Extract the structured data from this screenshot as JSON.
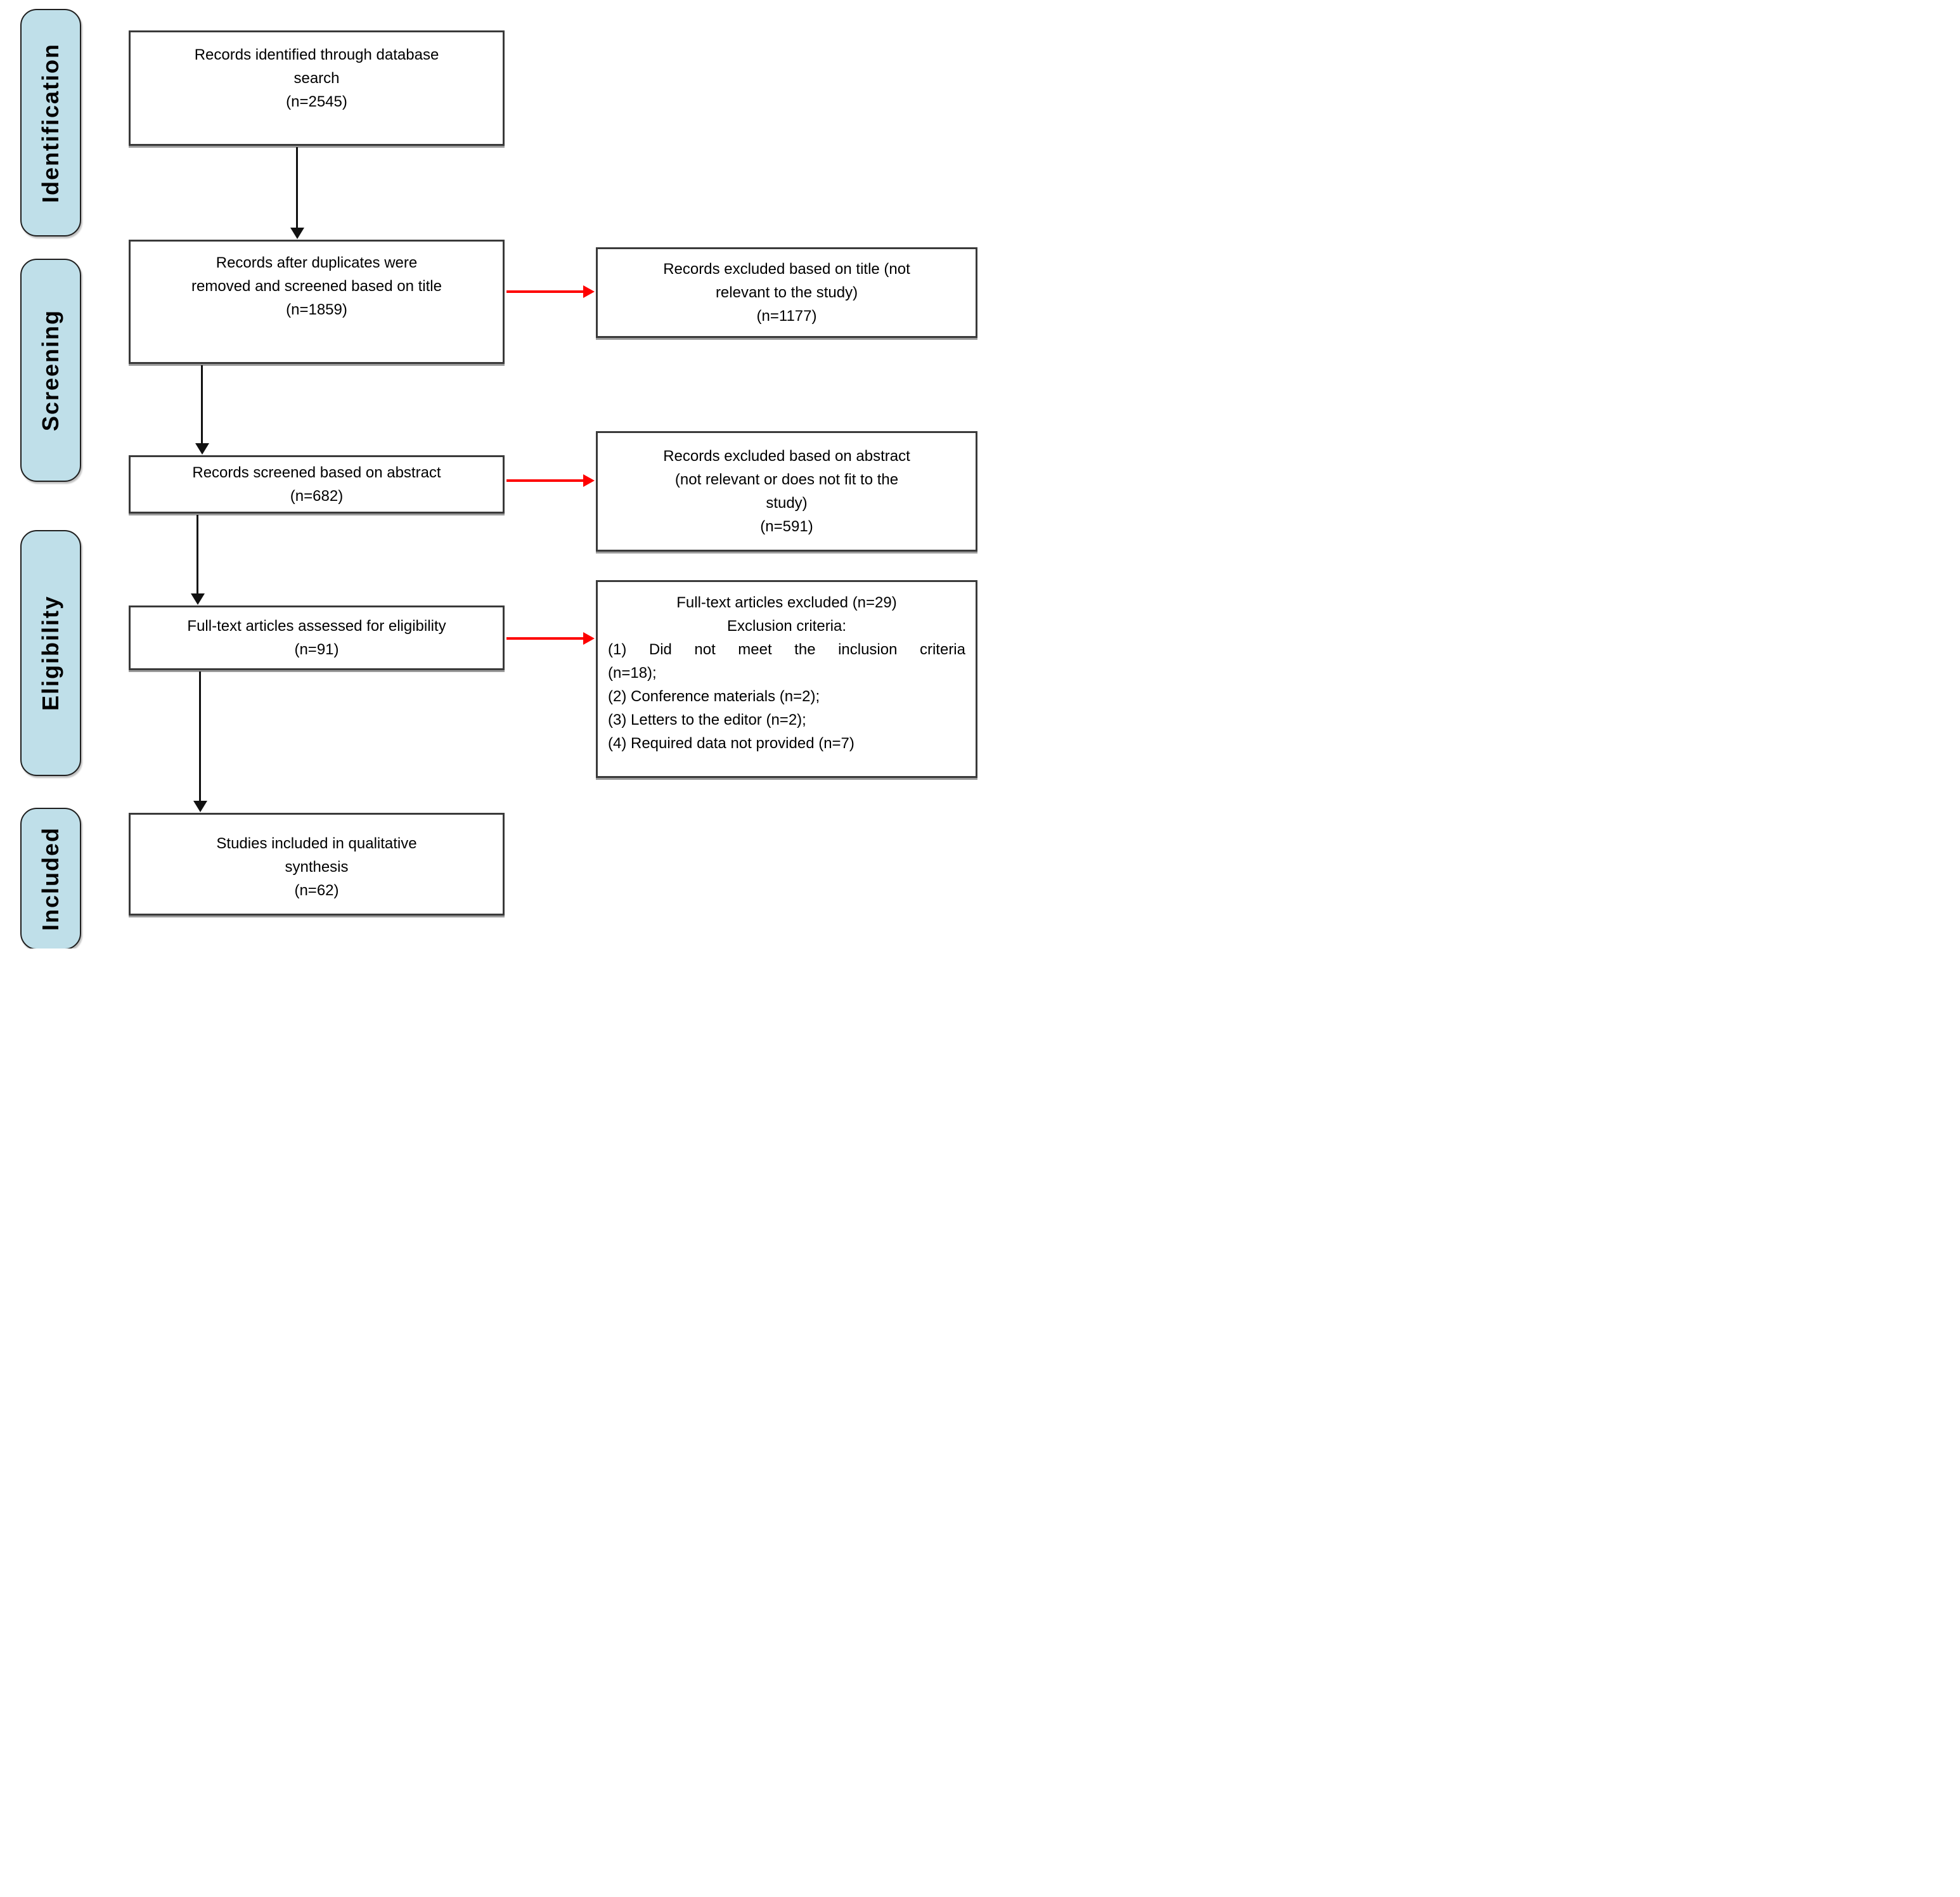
{
  "colors": {
    "stage_fill": "#bfdfe9",
    "stage_border": "#1f1f1f",
    "box_border": "#3a3a3a",
    "arrow_black": "#111111",
    "arrow_red": "#fe0000"
  },
  "stages": [
    {
      "label": "Identification"
    },
    {
      "label": "Screening"
    },
    {
      "label": "Eligibility"
    },
    {
      "label": "Included"
    }
  ],
  "main_boxes": [
    {
      "lines": [
        "Records identified through database",
        "search",
        "(n=2545)"
      ]
    },
    {
      "lines": [
        "Records after duplicates were",
        "removed and screened based on title",
        "(n=1859)"
      ]
    },
    {
      "lines": [
        "Records screened based on abstract",
        "(n=682)"
      ]
    },
    {
      "lines": [
        "Full-text articles assessed for eligibility",
        "(n=91)"
      ]
    },
    {
      "lines": [
        "Studies included in qualitative",
        "synthesis",
        "(n=62)"
      ]
    }
  ],
  "exclusion_boxes": [
    {
      "lines": [
        "Records excluded based on title (not",
        "relevant to the study)",
        "(n=1177)"
      ]
    },
    {
      "lines": [
        "Records excluded based on abstract",
        "(not relevant or does not fit to the",
        "study)",
        "(n=591)"
      ]
    },
    {
      "header_lines": [
        "Full-text articles excluded (n=29)",
        "Exclusion criteria:"
      ],
      "criteria_lines": [
        "(1) Did not meet the inclusion criteria",
        "(n=18);",
        "(2) Conference materials (n=2);",
        "(3) Letters to the editor (n=2);",
        "(4) Required data not provided (n=7)"
      ]
    }
  ]
}
